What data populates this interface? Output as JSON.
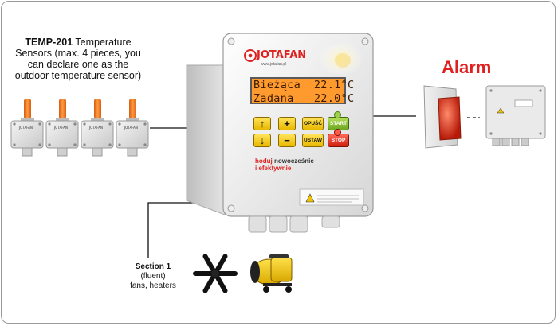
{
  "sensors": {
    "title_bold": "TEMP-201",
    "title_rest": " Temperature Sensors (max. 4 pieces, you can declare one as the outdoor temperature sensor)",
    "count": 4,
    "unit_brand": "JOTAFAN"
  },
  "controller": {
    "brand": "JOTAFAN",
    "url": "www.jotafan.pl",
    "lcd_line1": "Bieżąca  22.1°C",
    "lcd_line2": "Zadana   22.0°C",
    "keys": {
      "up": "↑",
      "plus": "+",
      "opusc": "OPUŚĆ",
      "start": "START",
      "down": "↓",
      "minus": "−",
      "ustaw": "USTAW",
      "stop": "STOP"
    },
    "slogan_a": "hoduj ",
    "slogan_b": "nowocześnie",
    "slogan_c": "i efektywnie"
  },
  "alarm": {
    "title": "Alarm"
  },
  "section": {
    "title": "Section 1",
    "line2": "(fluent)",
    "line3": "fans, heaters"
  },
  "colors": {
    "alarm_red": "#e02020",
    "lcd_orange": "#ff9a2e",
    "sensor_orange": "#f07a20",
    "heater_yellow": "#f2c400"
  }
}
